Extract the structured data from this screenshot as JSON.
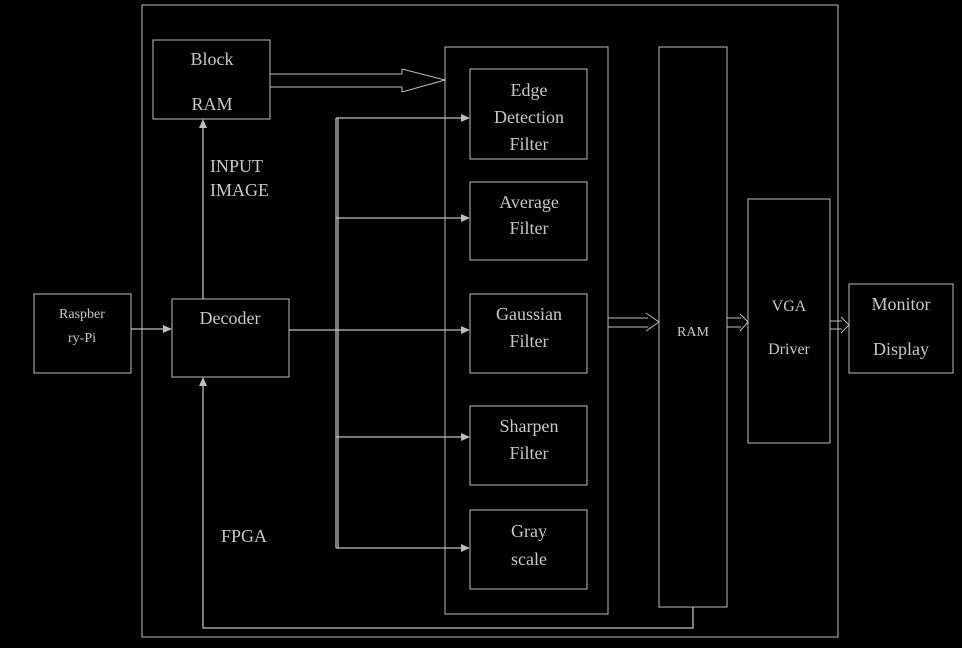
{
  "diagram": {
    "fpga_label": "FPGA",
    "input_image_label": [
      "INPUT",
      "IMAGE"
    ],
    "nodes": {
      "raspberry_pi": [
        "Raspber",
        "ry-Pi"
      ],
      "decoder": "Decoder",
      "block_ram": [
        "Block",
        "RAM"
      ],
      "edge_filter": [
        "Edge",
        "Detection",
        "Filter"
      ],
      "average_filter": [
        "Average",
        "Filter"
      ],
      "gaussian_filter": [
        "Gaussian",
        "Filter"
      ],
      "sharpen_filter": [
        "Sharpen",
        "Filter"
      ],
      "grayscale": [
        "Gray",
        "scale"
      ],
      "ram": "RAM",
      "vga_driver": [
        "VGA",
        "Driver"
      ],
      "monitor_display": [
        "Monitor",
        "Display"
      ]
    },
    "colors": {
      "background": "#000000",
      "line": "#bdbdbd",
      "text": "#c8c8c8"
    }
  }
}
